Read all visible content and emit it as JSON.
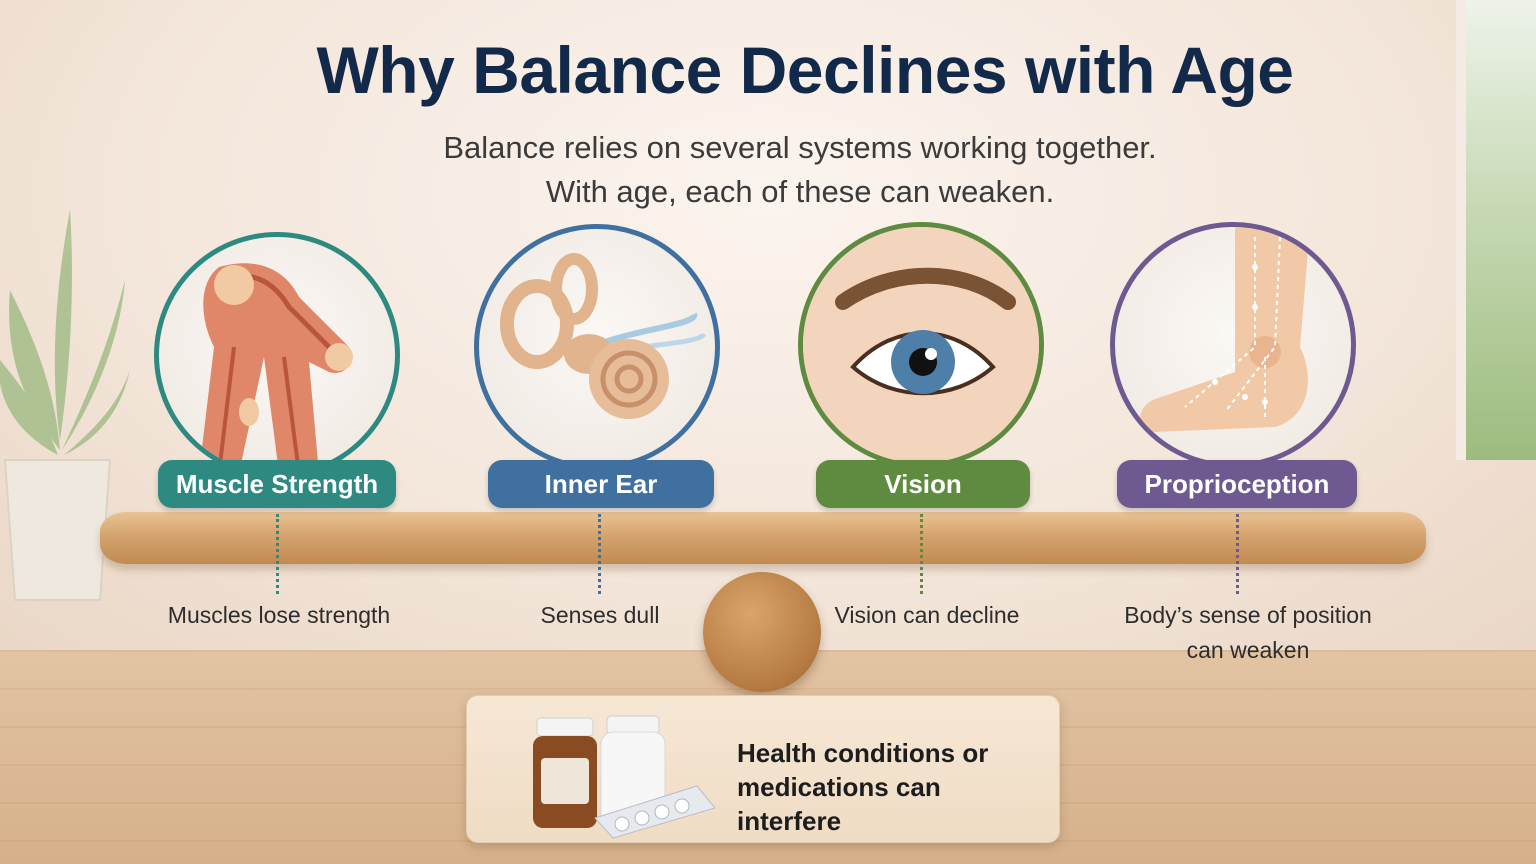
{
  "title": "Why Balance Declines with Age",
  "subtitle": {
    "line1": "Balance relies on several systems working together.",
    "line2": "With age, each of these can weaken."
  },
  "colors": {
    "title": "#12294a",
    "muscle": "#2e8a80",
    "inner_ear": "#3f70a0",
    "vision": "#5f8b41",
    "proprioception": "#6e5990"
  },
  "systems": [
    {
      "label": "Muscle Strength",
      "description": "Muscles lose strength",
      "icon": "leg-muscle-icon"
    },
    {
      "label": "Inner Ear",
      "description": "Senses dull",
      "icon": "inner-ear-icon"
    },
    {
      "label": "Vision",
      "description": "Vision can decline",
      "icon": "eye-icon"
    },
    {
      "label": "Proprioception",
      "description_line1": "Body’s sense of position",
      "description_line2": "can weaken",
      "icon": "foot-icon"
    }
  ],
  "health": {
    "line1": "Health conditions or",
    "line2": "medications can interfere",
    "icon": "medication-bottles-icon"
  }
}
